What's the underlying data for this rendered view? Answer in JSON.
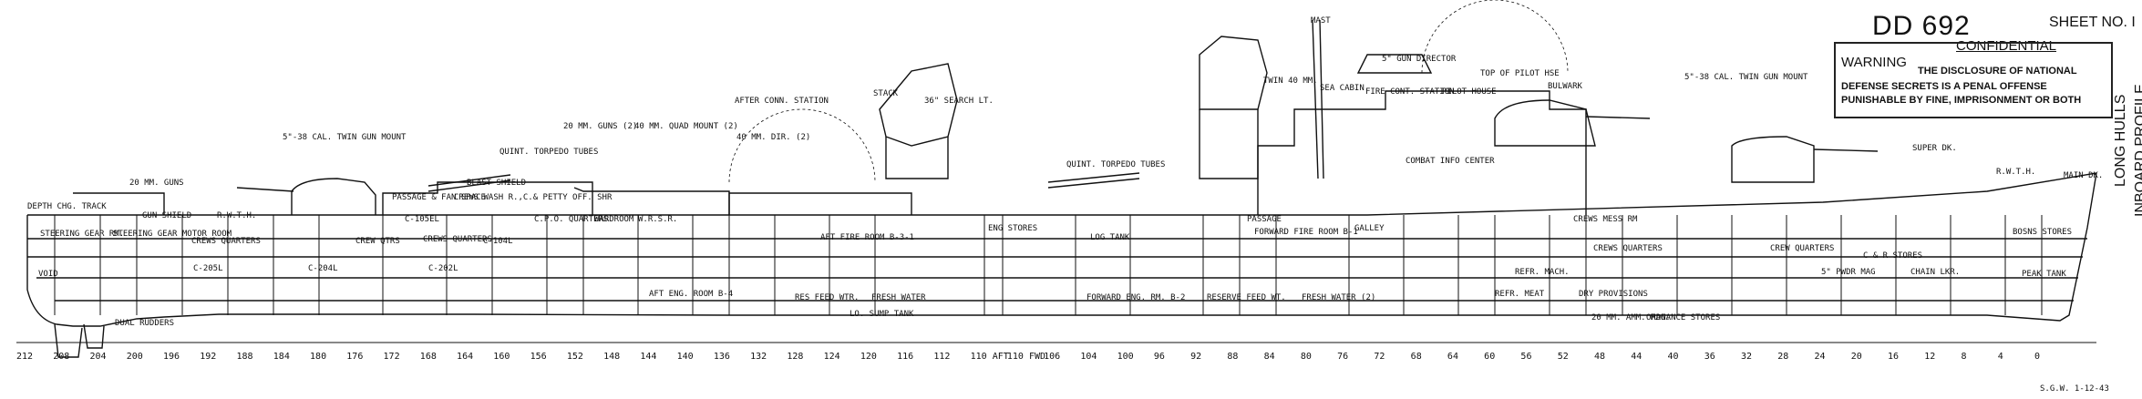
{
  "title": "DD 692",
  "sheet": "SHEET NO. I",
  "classification": "CONFIDENTIAL",
  "warning": {
    "heading": "WARNING",
    "lines": [
      "THE DISCLOSURE OF NATIONAL",
      "DEFENSE SECRETS IS A PENAL OFFENSE",
      "PUNISHABLE BY FINE, IMPRISONMENT OR BOTH"
    ]
  },
  "side_title": [
    "LONG HULLS",
    "INBOARD PROFILE"
  ],
  "stamp": "S.G.W. 1-12-43",
  "frame_labels": [
    "212",
    "208",
    "204",
    "200",
    "196",
    "192",
    "188",
    "184",
    "180",
    "176",
    "172",
    "168",
    "164",
    "160",
    "156",
    "152",
    "148",
    "144",
    "140",
    "136",
    "132",
    "128",
    "124",
    "120",
    "116",
    "112",
    "110 AFT",
    "110 FWD",
    "106",
    "104",
    "100",
    "96",
    "92",
    "88",
    "84",
    "80",
    "76",
    "72",
    "68",
    "64",
    "60",
    "56",
    "52",
    "48",
    "44",
    "40",
    "36",
    "32",
    "28",
    "24",
    "20",
    "16",
    "12",
    "8",
    "4",
    "0"
  ],
  "compartments": [
    "DEPTH CHG. TRACK",
    "20 MM. GUNS",
    "GUN SHIELD",
    "R.W.T.H.",
    "5\"-38 CAL. TWIN GUN MOUNT",
    "PASSAGE & FAN SPACE",
    "CREWS WASH R.,C.& PETTY OFF. SHR",
    "QUINT. TORPEDO TUBES",
    "BLAST SHIELD",
    "20 MM. GUNS (2)",
    "40 MM. QUAD MOUNT (2)",
    "40 MM. DIR. (2)",
    "AFTER CONN. STATION",
    "STACK",
    "36\" SEARCH LT.",
    "QUINT. TORPEDO TUBES",
    "MAST",
    "5\" GUN DIRECTOR",
    "TWIN 40 MM.",
    "SEA CABIN",
    "FIRE CONT. STATION",
    "PILOT HOUSE",
    "TOP OF PILOT HSE",
    "BULWARK",
    "5\"-38 CAL. TWIN GUN MOUNT",
    "SUPER DK.",
    "R.W.T.H.",
    "MAIN DK.",
    "STEERING GEAR RM.",
    "STEERING GEAR MOTOR ROOM",
    "CREWS QUARTERS",
    "C-205L",
    "CREW QTRS",
    "C-204L",
    "CREWS QUARTERS",
    "C-202L",
    "C-104L",
    "C-105EL",
    "C.P.O. QUARTERS",
    "WARDROOM",
    "W.R.S.R.",
    "AFT FIRE ROOM B-3-1",
    "ENG STORES",
    "LOG TANK",
    "AFT ENG. ROOM B-4",
    "RES FEED WTR.",
    "FRESH WATER",
    "FORWARD ENG. RM. B-2",
    "FORWARD FIRE ROOM B-1",
    "PASSAGE",
    "GALLEY",
    "COMBAT INFO CENTER",
    "CREWS MESS RM",
    "CREWS QUARTERS",
    "CREW QUARTERS",
    "C & R STORES",
    "CHAIN LKR.",
    "PEAK TANK",
    "BOSNS STORES",
    "DRY PROVISIONS",
    "20 MM. AMM. MAG.",
    "ORDNANCE STORES",
    "REFR. MACH.",
    "REFR. MEAT",
    "5\" PWDR MAG",
    "VOID",
    "DUAL RUDDERS",
    "LO. SUMP TANK",
    "RESERVE FEED WT.",
    "FRESH WATER (2)"
  ]
}
